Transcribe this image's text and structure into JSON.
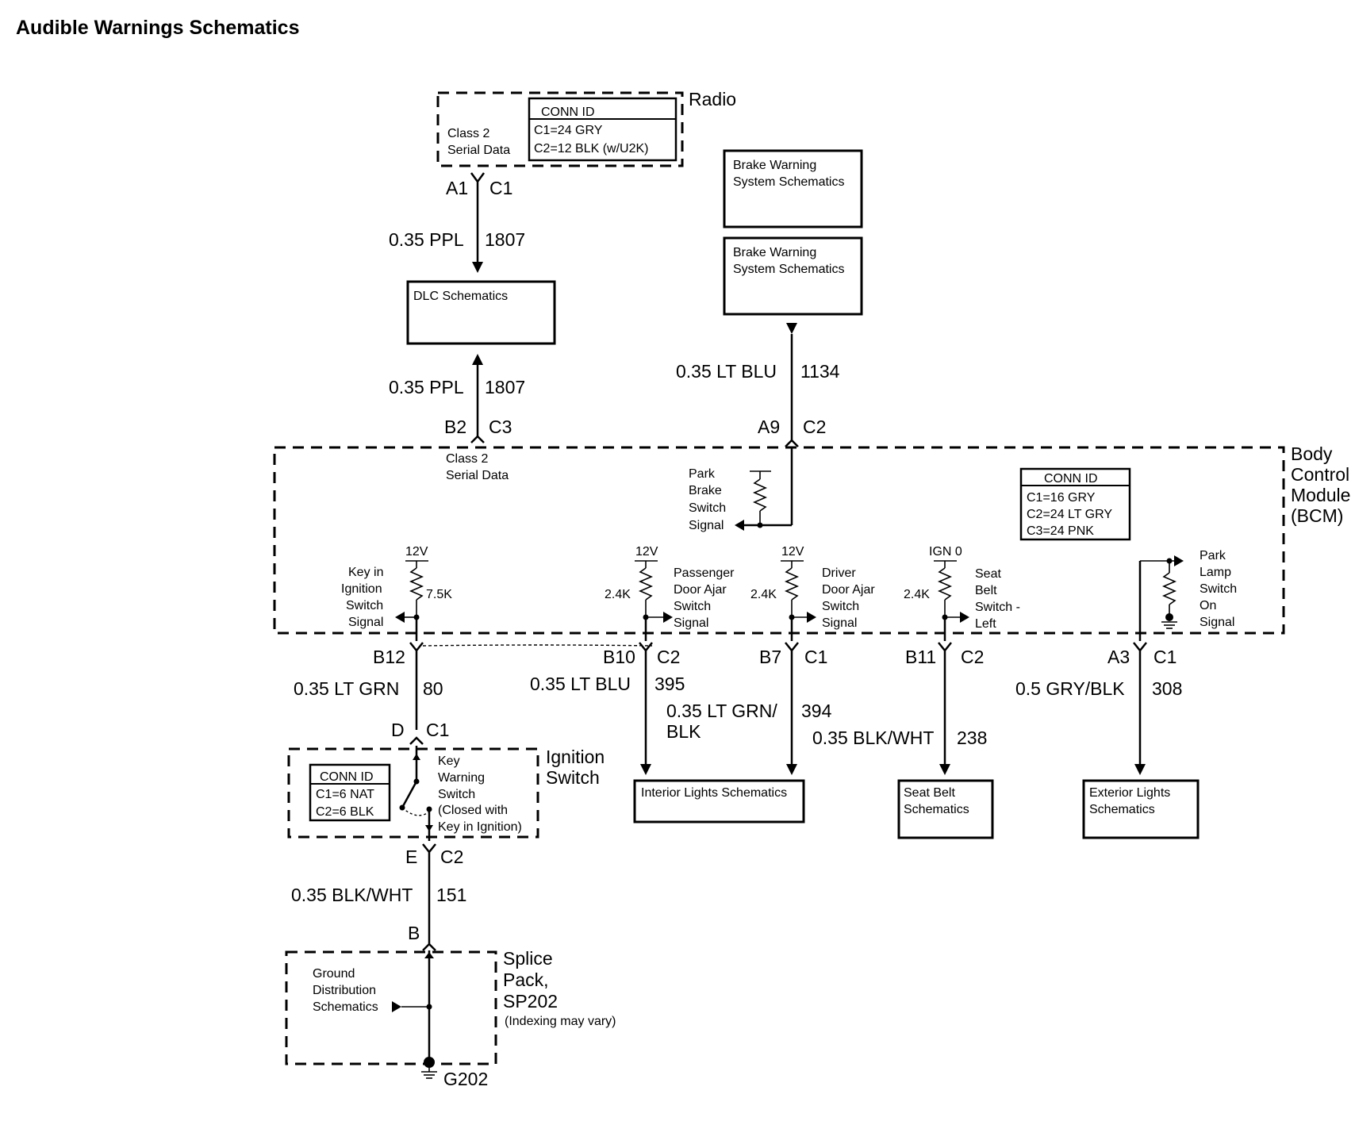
{
  "title": "Audible Warnings Schematics",
  "radio": {
    "name": "Radio",
    "signal_line1": "Class 2",
    "signal_line2": "Serial Data",
    "conn_header": "CONN ID",
    "conn_c1": "C1=24 GRY",
    "conn_c2": "C2=12 BLK  (w/U2K)",
    "pin": "A1",
    "connector": "C1"
  },
  "wire_1807_top": {
    "gauge": "0.35 PPL",
    "circuit": "1807"
  },
  "dlc": {
    "label": "DLC Schematics"
  },
  "wire_1807_bottom": {
    "gauge": "0.35 PPL",
    "circuit": "1807"
  },
  "brake1": {
    "line1": "Brake Warning",
    "line2": "System Schematics"
  },
  "brake2": {
    "line1": "Brake Warning",
    "line2": "System Schematics"
  },
  "wire_1134": {
    "gauge": "0.35 LT BLU",
    "circuit": "1134"
  },
  "bcm": {
    "name1": "Body",
    "name2": "Control",
    "name3": "Module",
    "name4": "(BCM)",
    "conn_header": "CONN ID",
    "conn_c1": "C1=16 GRY",
    "conn_c2": "C2=24 LT GRY",
    "conn_c3": "C3=24 PNK",
    "class2_line1": "Class 2",
    "class2_line2": "Serial Data",
    "pin_b2": "B2",
    "conn_c3_label": "C3",
    "pin_a9": "A9",
    "conn_c2_top": "C2",
    "park_brake": [
      "Park",
      "Brake",
      "Switch",
      "Signal"
    ],
    "key_in": [
      "Key in",
      "Ignition",
      "Switch",
      "Signal"
    ],
    "key_in_voltage": "12V",
    "key_in_resistor": "7.5K",
    "passenger": [
      "Passenger",
      "Door Ajar",
      "Switch",
      "Signal"
    ],
    "passenger_voltage": "12V",
    "passenger_resistor": "2.4K",
    "driver": [
      "Driver",
      "Door Ajar",
      "Switch",
      "Signal"
    ],
    "driver_voltage": "12V",
    "driver_resistor": "2.4K",
    "seatbelt": [
      "Seat",
      "Belt",
      "Switch -",
      "Left"
    ],
    "seatbelt_voltage": "IGN 0",
    "seatbelt_resistor": "2.4K",
    "park_lamp": [
      "Park",
      "Lamp",
      "Switch",
      "On",
      "Signal"
    ]
  },
  "bottom_pins": {
    "b12": "B12",
    "b10": "B10",
    "b10_conn": "C2",
    "b7": "B7",
    "b7_conn": "C1",
    "b11": "B11",
    "b11_conn": "C2",
    "a3": "A3",
    "a3_conn": "C1"
  },
  "wire_80": {
    "gauge": "0.35 LT GRN",
    "circuit": "80"
  },
  "wire_395": {
    "gauge": "0.35 LT BLU",
    "circuit": "395"
  },
  "wire_394": {
    "gauge_line1": "0.35 LT GRN/",
    "gauge_line2": "BLK",
    "circuit": "394"
  },
  "wire_238": {
    "gauge": "0.35 BLK/WHT",
    "circuit": "238"
  },
  "wire_308": {
    "gauge": "0.5 GRY/BLK",
    "circuit": "308"
  },
  "interior_lights": {
    "label": "Interior Lights Schematics"
  },
  "seat_belt": {
    "line1": "Seat Belt",
    "line2": "Schematics"
  },
  "exterior_lights": {
    "line1": "Exterior Lights",
    "line2": "Schematics"
  },
  "ignition_switch": {
    "name1": "Ignition",
    "name2": "Switch",
    "pin_top": "D",
    "conn_top": "C1",
    "conn_header": "CONN ID",
    "conn_c1": "C1=6 NAT",
    "conn_c2": "C2=6 BLK",
    "key_warning": [
      "Key",
      "Warning",
      "Switch",
      "(Closed with",
      "Key in Ignition)"
    ],
    "pin_bottom": "E",
    "conn_bottom": "C2"
  },
  "wire_151": {
    "gauge": "0.35 BLK/WHT",
    "circuit": "151"
  },
  "splice": {
    "pin": "B",
    "name1": "Splice",
    "name2": "Pack,",
    "name3": "SP202",
    "note": "(Indexing may vary)",
    "ground_line1": "Ground",
    "ground_line2": "Distribution",
    "ground_line3": "Schematics",
    "ground_id": "G202"
  }
}
